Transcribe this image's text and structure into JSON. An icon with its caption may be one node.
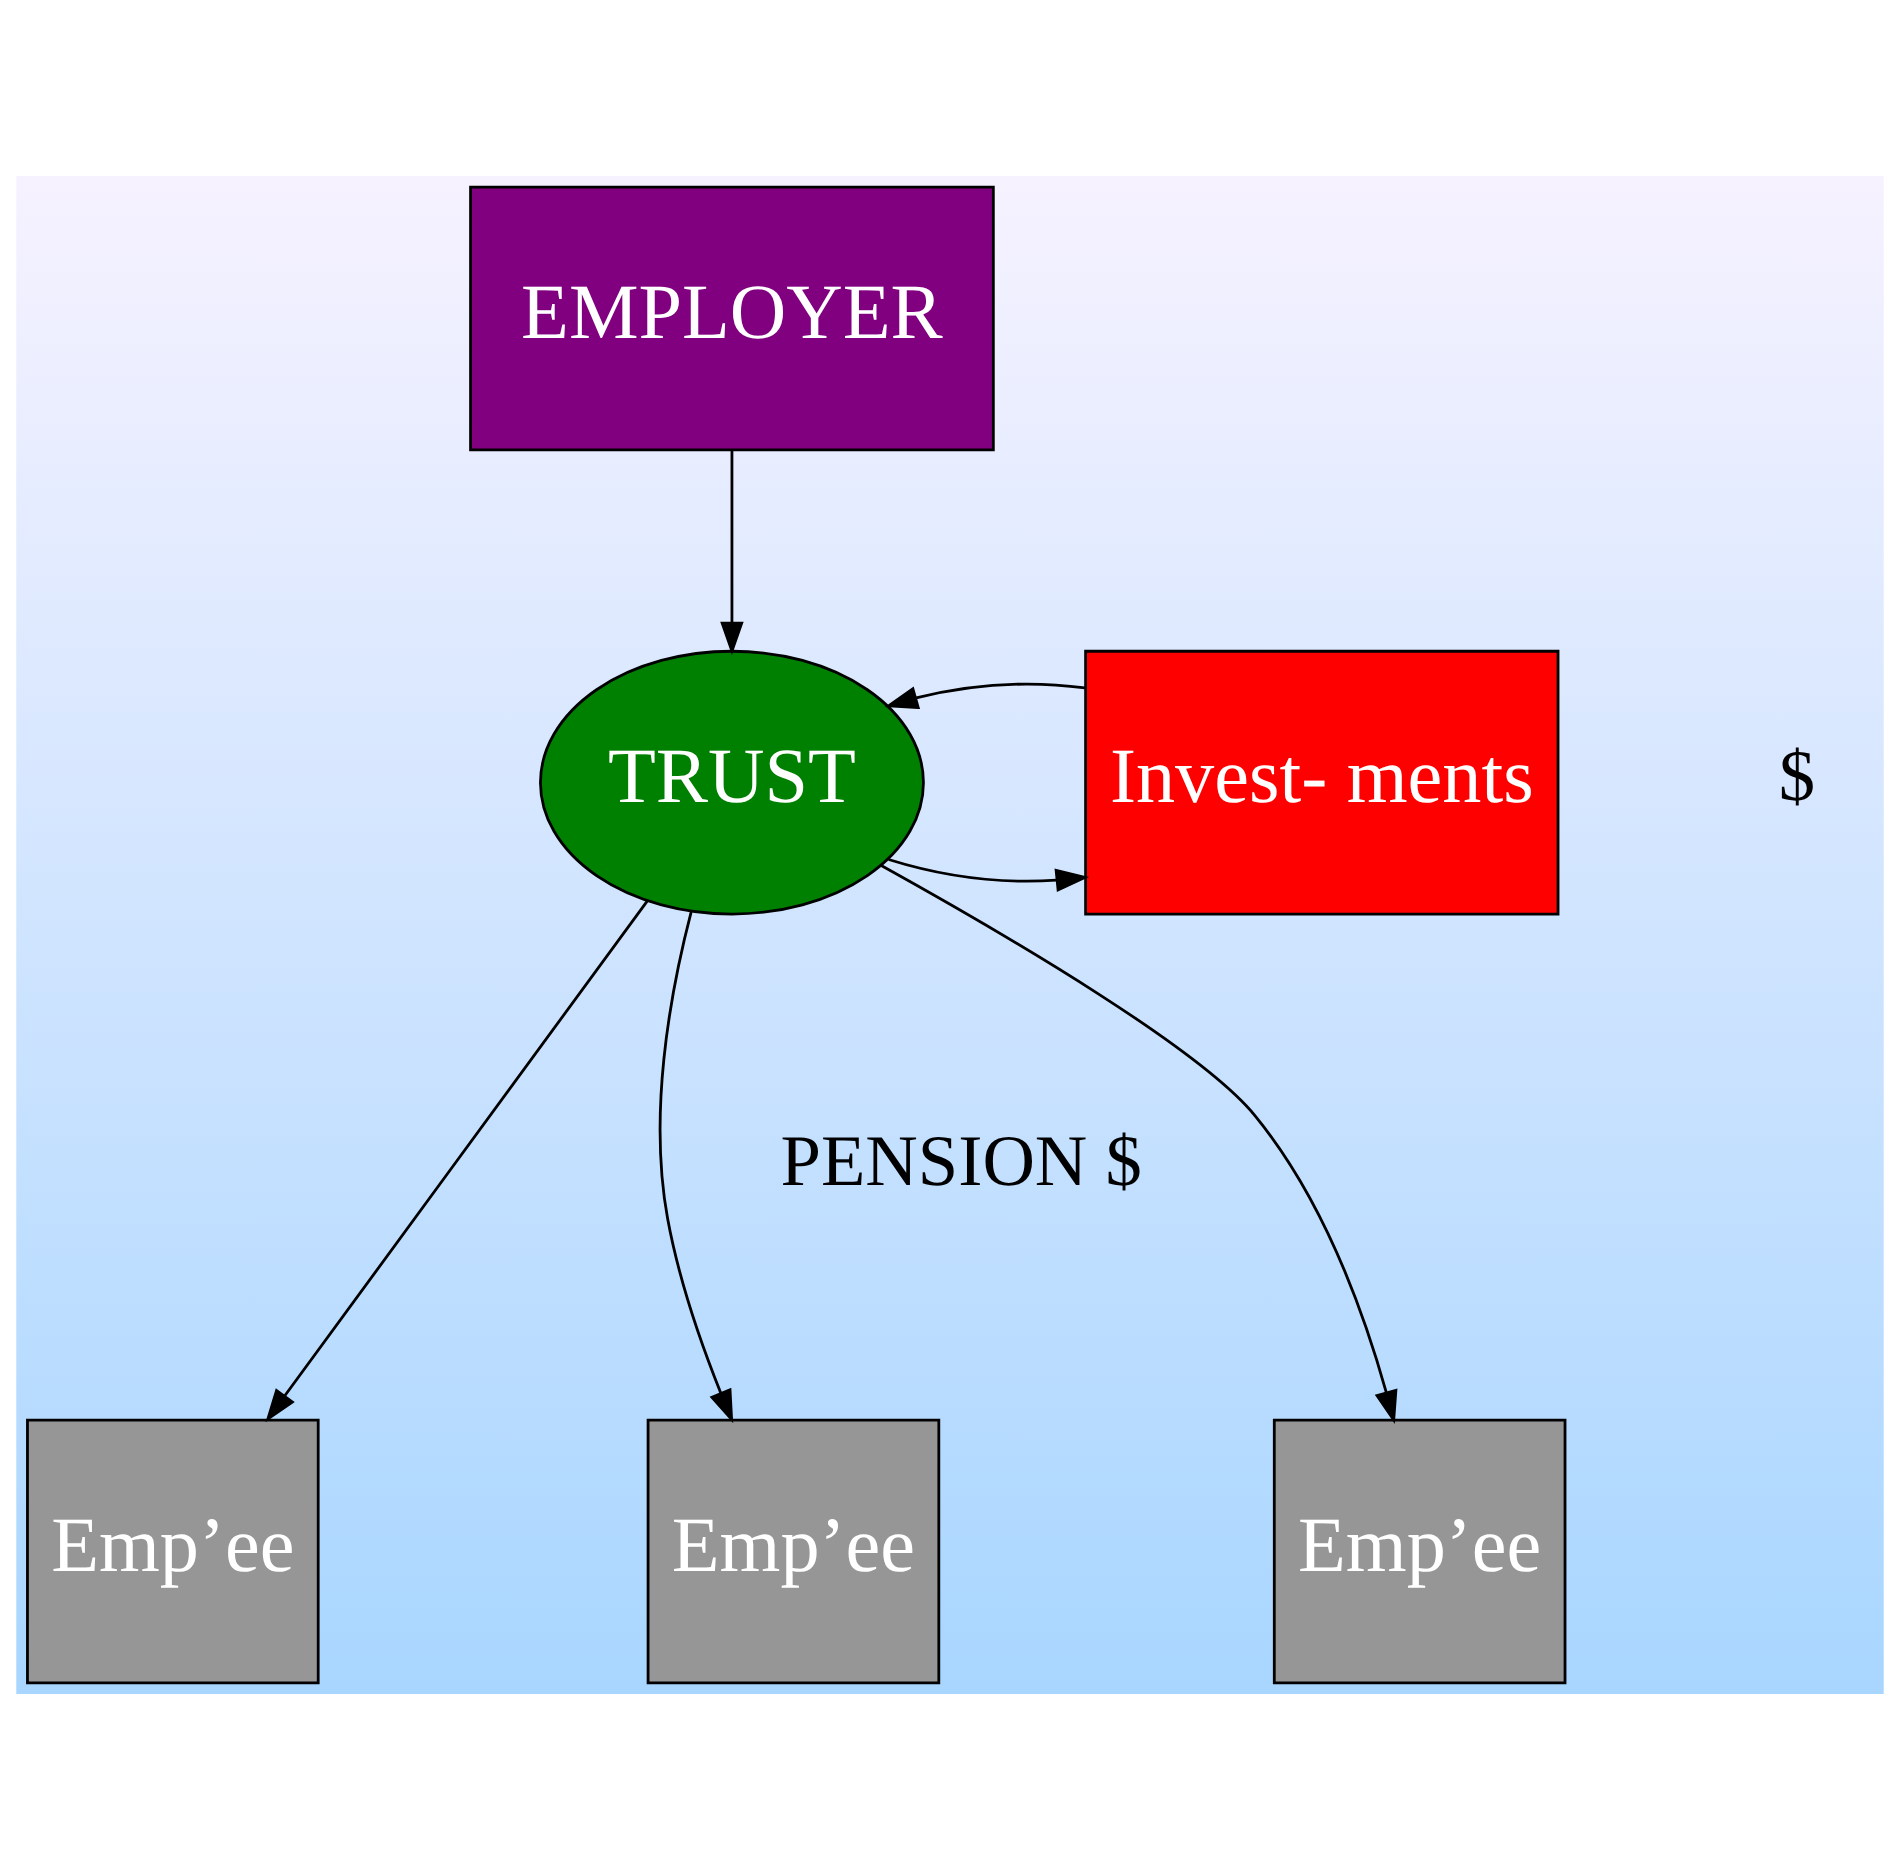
{
  "diagram": {
    "nodes": [
      {
        "text": [
          "EMPLOYER"
        ]
      },
      {
        "text": [
          "TRUST"
        ]
      },
      {
        "text": [
          "Invest- ments"
        ]
      },
      {
        "text": [
          "Emp’ee"
        ]
      },
      {
        "text": [
          "Emp’ee"
        ]
      },
      {
        "text": [
          "Emp’ee"
        ]
      }
    ],
    "edges": [
      {
        "from": 0,
        "to": 1,
        "arrow": "to"
      },
      {
        "from": 1,
        "to": 2,
        "arrow": "to"
      },
      {
        "from": 2,
        "to": 1,
        "arrow": "to"
      },
      {
        "from": 1,
        "to": 3,
        "arrow": "to"
      },
      {
        "from": 1,
        "to": 4,
        "arrow": "to"
      },
      {
        "from": 1,
        "to": 5,
        "arrow": "to"
      }
    ],
    "labels": [
      "$",
      "PENSION $"
    ]
  }
}
